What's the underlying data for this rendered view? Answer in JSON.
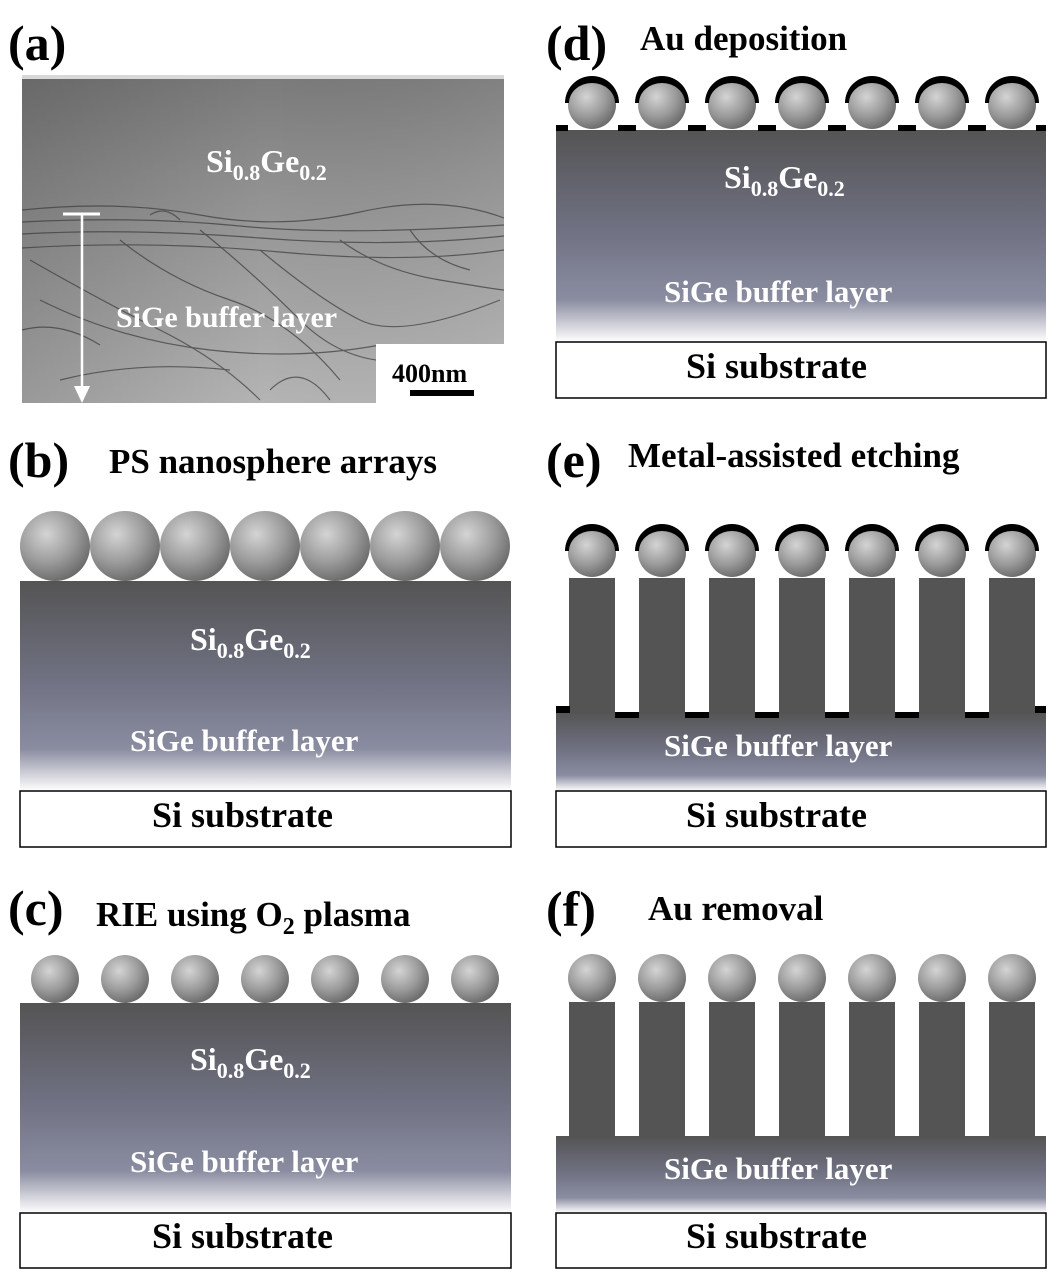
{
  "panels": {
    "a": {
      "label": "(a)",
      "layer_top": {
        "main": "Si",
        "sub1": "0.8",
        "main2": "Ge",
        "sub2": "0.2"
      },
      "buffer": "SiGe buffer layer",
      "scalebar": "400nm"
    },
    "b": {
      "label": "(b)",
      "title": "PS nanosphere arrays"
    },
    "c": {
      "label": "(c)",
      "title_pre": "RIE using O",
      "title_sub": "2",
      "title_post": " plasma"
    },
    "d": {
      "label": "(d)",
      "title": "Au deposition"
    },
    "e": {
      "label": "(e)",
      "title": "Metal-assisted etching"
    },
    "f": {
      "label": "(f)",
      "title": "Au removal"
    }
  },
  "layers": {
    "sige_main": "Si",
    "sige_sub1": "0.8",
    "sige_main2": "Ge",
    "sige_sub2": "0.2",
    "buffer": "SiGe buffer layer",
    "substrate": "Si substrate"
  },
  "colors": {
    "sige": "#545454",
    "buffer_mid": "#7b7e93",
    "sphere_light": "#d0d0d0",
    "sphere_dark": "#6e6e6e",
    "gold_cap": "#000000",
    "tem_bg": "#8c8c8c"
  }
}
